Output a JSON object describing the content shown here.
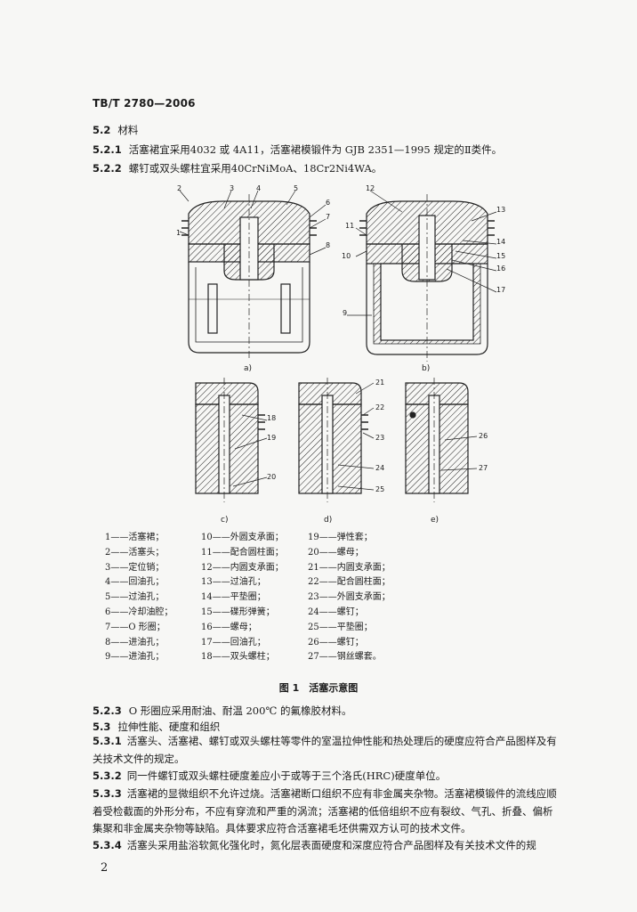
{
  "header": "TB/T 2780—2006",
  "s52": {
    "num": "5.2",
    "text": "材料"
  },
  "s521": {
    "num": "5.2.1",
    "text": "活塞裙宜采用4032 或 4A11，活塞裙模锻件为 GJB 2351—1995 规定的Ⅱ类件。"
  },
  "s522": {
    "num": "5.2.2",
    "text": "螺钉或双头螺柱宜采用40CrNiMoA、18Cr2Ni4WA。"
  },
  "figure": {
    "sublabels": [
      "a)",
      "b)",
      "c)",
      "d)",
      "e)"
    ],
    "callouts": [
      "1",
      "2",
      "3",
      "4",
      "5",
      "6",
      "7",
      "8",
      "9",
      "10",
      "11",
      "12",
      "13",
      "14",
      "15",
      "16",
      "17",
      "18",
      "19",
      "20",
      "21",
      "22",
      "23",
      "24",
      "25",
      "26",
      "27"
    ]
  },
  "legend": [
    [
      "1——活塞裙；",
      "2——活塞头；",
      "3——定位销；",
      "4——回油孔；",
      "5——过油孔；",
      "6——冷却油腔；",
      "7——O 形圈；",
      "8——进油孔；",
      "9——进油孔；"
    ],
    [
      "10——外圆支承面；",
      "11——配合圆柱面；",
      "12——内圆支承面；",
      "13——过油孔；",
      "14——平垫圈；",
      "15——碟形弹簧；",
      "16——螺母；",
      "17——回油孔；",
      "18——双头螺柱；"
    ],
    [
      "19——弹性套；",
      "20——螺母；",
      "21——内圆支承面；",
      "22——配合圆柱面；",
      "23——外圆支承面；",
      "24——螺钉；",
      "25——平垫圈；",
      "26——螺钉；",
      "27——钢丝螺套。"
    ]
  ],
  "caption": "图 1　活塞示意图",
  "s523": {
    "num": "5.2.3",
    "text": "O 形圈应采用耐油、耐温 200℃ 的氟橡胶材料。"
  },
  "s53": {
    "num": "5.3",
    "text": "拉伸性能、硬度和组织"
  },
  "s531": {
    "num": "5.3.1",
    "text": "活塞头、活塞裙、螺钉或双头螺柱等零件的室温拉伸性能和热处理后的硬度应符合产品图样及有关技术文件的规定。"
  },
  "s532": {
    "num": "5.3.2",
    "text": "同一件螺钉或双头螺柱硬度差应小于或等于三个洛氏(HRC)硬度单位。"
  },
  "s533": {
    "num": "5.3.3",
    "text": "活塞裙的显微组织不允许过烧。活塞裙断口组织不应有非金属夹杂物。活塞裙模锻件的流线应顺着受检截面的外形分布，不应有穿流和严重的涡流；活塞裙的低倍组织不应有裂纹、气孔、折叠、偏析集聚和非金属夹杂物等缺陷。具体要求应符合活塞裙毛坯供需双方认可的技术文件。"
  },
  "s534": {
    "num": "5.3.4",
    "text": "活塞头采用盐浴软氮化强化时，氮化层表面硬度和深度应符合产品图样及有关技术文件的规"
  },
  "page_number": "2"
}
